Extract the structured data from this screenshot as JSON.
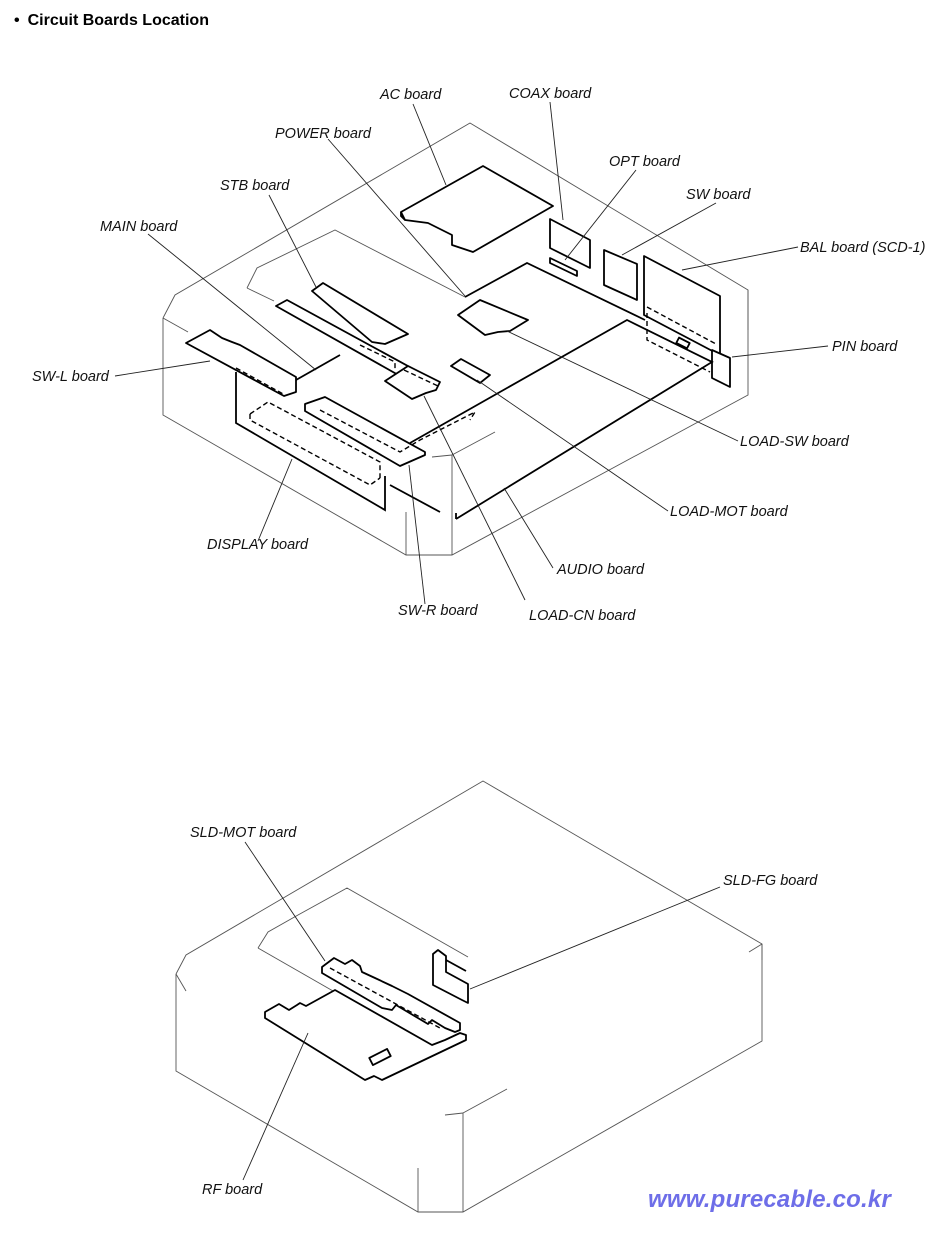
{
  "page": {
    "title": "Circuit Boards Location",
    "bullet": "•",
    "watermark": "www.purecable.co.kr"
  },
  "diagram_top": {
    "labels": {
      "ac": "AC board",
      "coax": "COAX board",
      "power": "POWER board",
      "opt": "OPT board",
      "stb": "STB board",
      "sw": "SW board",
      "main": "MAIN board",
      "bal": "BAL board (SCD-1)",
      "pin": "PIN board",
      "swl": "SW-L board",
      "loadsw": "LOAD-SW board",
      "loadmot": "LOAD-MOT board",
      "display": "DISPLAY board",
      "audio": "AUDIO board",
      "swr": "SW-R board",
      "loadcn": "LOAD-CN board"
    }
  },
  "diagram_bottom": {
    "labels": {
      "sldmot": "SLD-MOT board",
      "sldfg": "SLD-FG board",
      "rf": "RF board"
    }
  }
}
